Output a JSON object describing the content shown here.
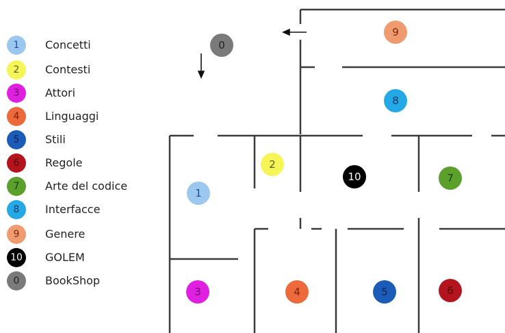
{
  "legend": [
    {
      "num": "1",
      "label": "Concetti",
      "color": "#9cc8ef",
      "text_color": "#1a4f9a"
    },
    {
      "num": "2",
      "label": "Contesti",
      "color": "#f5f558",
      "text_color": "#5a5a10"
    },
    {
      "num": "3",
      "label": "Attori",
      "color": "#e020e0",
      "text_color": "#6a006a"
    },
    {
      "num": "4",
      "label": "Linguaggi",
      "color": "#ec6a3c",
      "text_color": "#7a2000"
    },
    {
      "num": "5",
      "label": "Stili",
      "color": "#1a5cb8",
      "text_color": "#0a2050"
    },
    {
      "num": "6",
      "label": "Regole",
      "color": "#b3141e",
      "text_color": "#50080a"
    },
    {
      "num": "7",
      "label": "Arte del codice",
      "color": "#5aa02a",
      "text_color": "#1a3a0a"
    },
    {
      "num": "8",
      "label": "Interfacce",
      "color": "#25a8e6",
      "text_color": "#0a3a6a"
    },
    {
      "num": "9",
      "label": "Genere",
      "color": "#f09a70",
      "text_color": "#7a2a0a"
    },
    {
      "num": "10",
      "label": "GOLEM",
      "color": "#000000",
      "text_color": "#ffffff"
    },
    {
      "num": "0",
      "label": "BookShop",
      "color": "#7a7a7a",
      "text_color": "#222222"
    }
  ],
  "rooms": [
    {
      "num": "0",
      "color": "#7a7a7a",
      "text_color": "#222222"
    },
    {
      "num": "9",
      "color": "#f09a70",
      "text_color": "#7a2a0a"
    },
    {
      "num": "8",
      "color": "#25a8e6",
      "text_color": "#0a3a6a"
    },
    {
      "num": "2",
      "color": "#f5f558",
      "text_color": "#5a5a10"
    },
    {
      "num": "10",
      "color": "#000000",
      "text_color": "#ffffff"
    },
    {
      "num": "7",
      "color": "#5aa02a",
      "text_color": "#1a3a0a"
    },
    {
      "num": "1",
      "color": "#9cc8ef",
      "text_color": "#1a4f9a"
    },
    {
      "num": "3",
      "color": "#e020e0",
      "text_color": "#6a006a"
    },
    {
      "num": "4",
      "color": "#ec6a3c",
      "text_color": "#7a2000"
    },
    {
      "num": "5",
      "color": "#1a5cb8",
      "text_color": "#0a2050"
    },
    {
      "num": "6",
      "color": "#b3141e",
      "text_color": "#50080a"
    }
  ]
}
